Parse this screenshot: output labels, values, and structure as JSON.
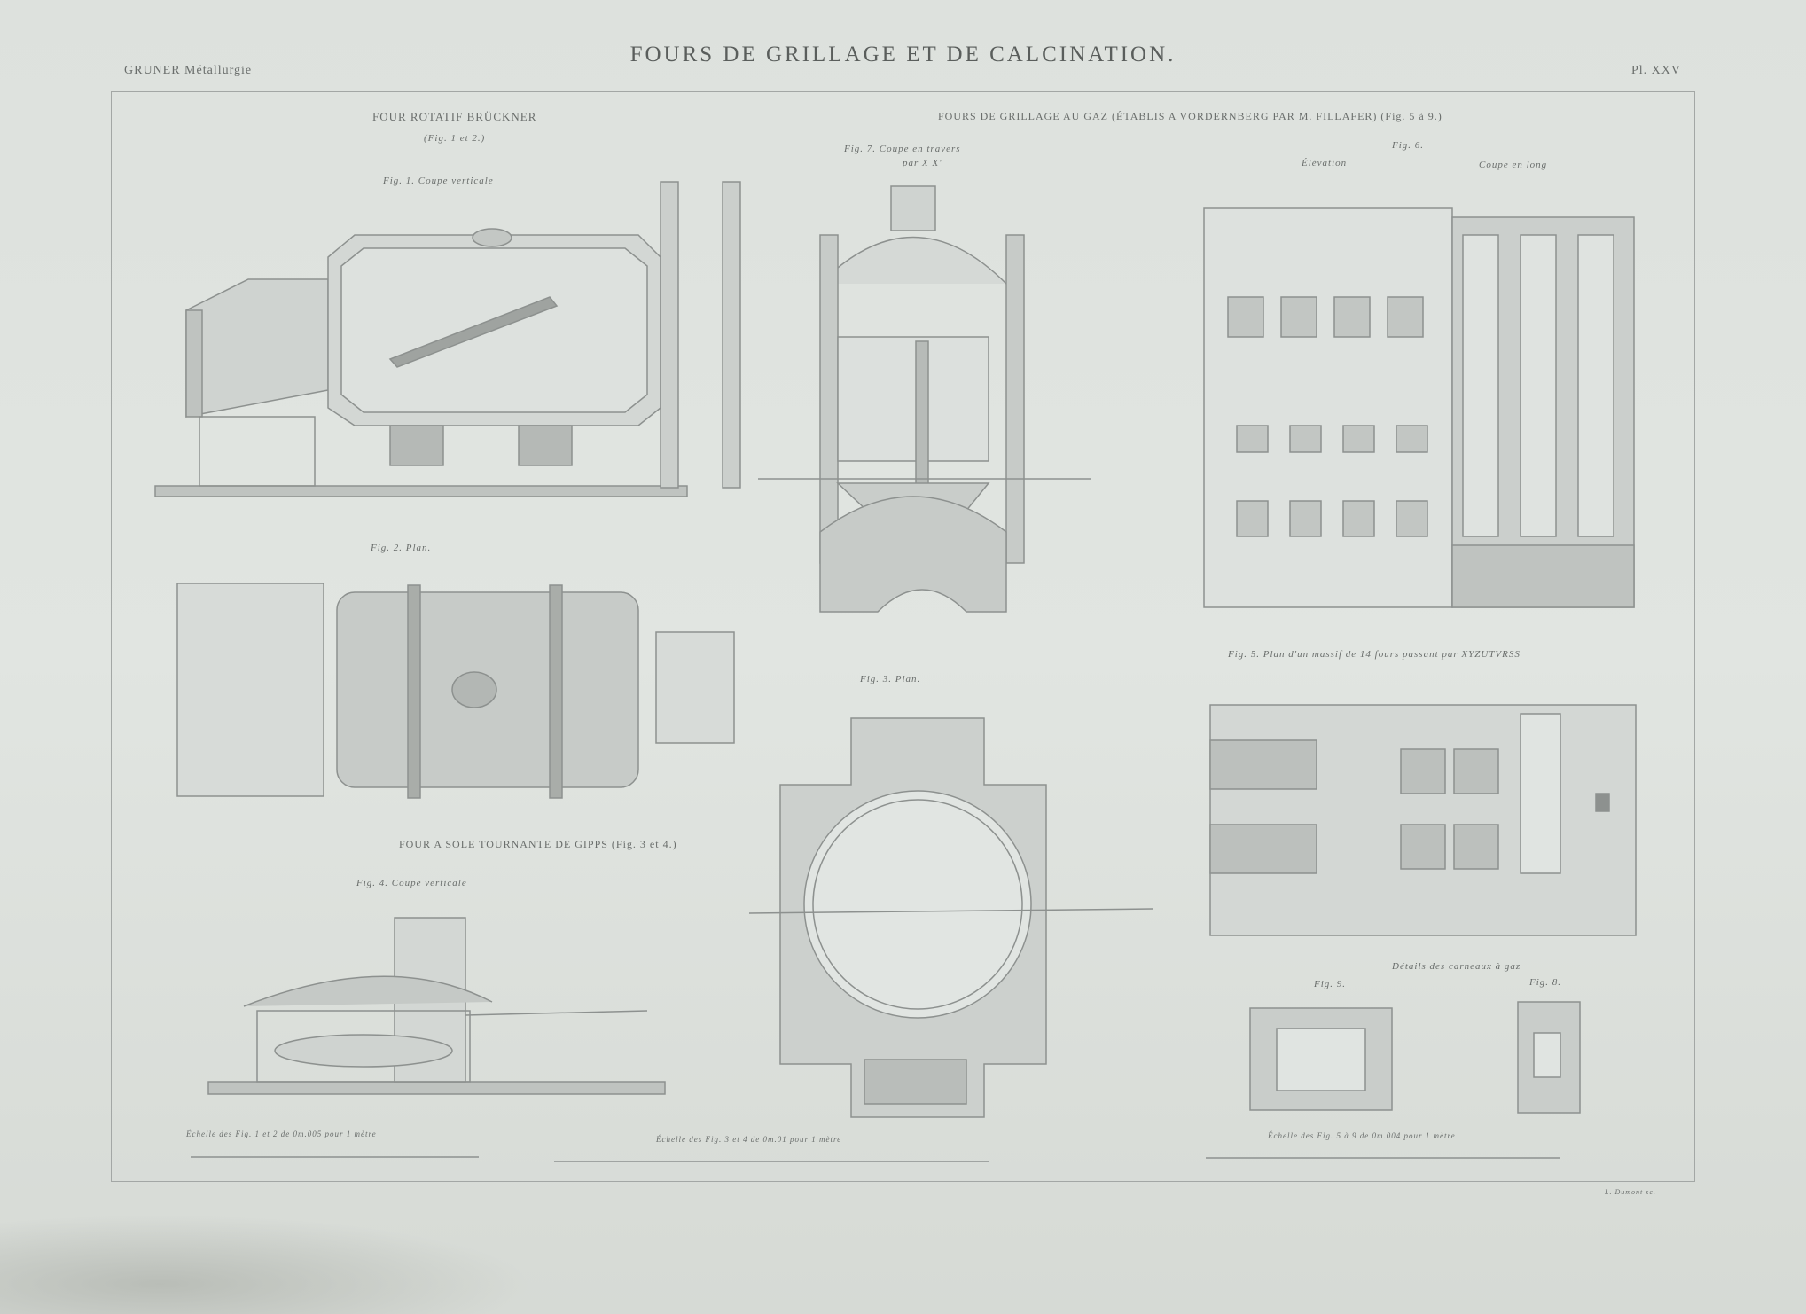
{
  "header": {
    "title": "FOURS DE GRILLAGE ET DE CALCINATION.",
    "left": "GRUNER Métallurgie",
    "right": "Pl. XXV"
  },
  "sections": {
    "bruckner": "FOUR ROTATIF BRÜCKNER",
    "bruckner_figs": "(Fig. 1 et 2.)",
    "gaz": "FOURS DE GRILLAGE AU GAZ  (ÉTABLIS A VORDERNBERG PAR M. FILLAFER) (Fig. 5 à 9.)",
    "gipps": "FOUR A SOLE TOURNANTE DE GIPPS  (Fig. 3 et 4.)",
    "details": "Détails des carneaux à gaz"
  },
  "figures": {
    "fig1": "Fig. 1.   Coupe verticale",
    "fig7": "Fig. 7.   Coupe en travers",
    "fig7b": "par X X'",
    "fig6": "Fig. 6.",
    "elevation": "Élévation",
    "coupe_long": "Coupe en long",
    "fig2": "Fig. 2.   Plan.",
    "fig3": "Fig. 3.   Plan.",
    "fig5": "Fig. 5.  Plan d'un massif de 14 fours passant par XYZUTVRSS",
    "fig4": "Fig. 4.   Coupe verticale",
    "fig9": "Fig. 9.",
    "fig8": "Fig. 8."
  },
  "scales": [
    "Échelle des Fig. 1 et 2 de 0m.005 pour 1 mètre",
    "Échelle des Fig. 3 et 4 de 0m.01 pour 1 mètre",
    "Échelle des Fig. 5 à 9 de 0m.004 pour 1 mètre"
  ],
  "engraver": "L. Dumont sc."
}
